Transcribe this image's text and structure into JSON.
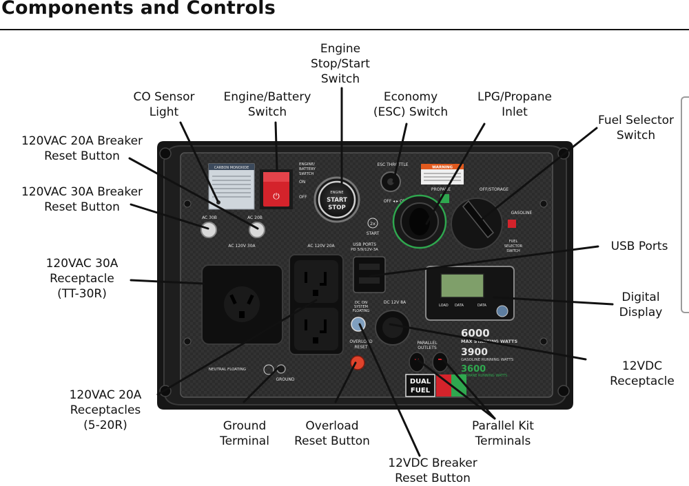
{
  "heading": "Components and Controls",
  "colors": {
    "panel": "#2a2a2a",
    "frame": "#141414",
    "switch_red": "#d4232b",
    "overload_button": "#e0432b",
    "breaker_button": "#d9d9d9",
    "dc_breaker": "#7f9fbf",
    "display_screen": "#7f9f6a",
    "green_accent": "#2fa84f",
    "leader_line": "#111111"
  },
  "callouts": {
    "engine_start": [
      "Engine",
      "Stop/Start",
      "Switch"
    ],
    "co_sensor": [
      "CO Sensor",
      "Light"
    ],
    "engine_battery": [
      "Engine/Battery",
      "Switch"
    ],
    "economy": [
      "Economy",
      "(ESC) Switch"
    ],
    "lpg": [
      "LPG/Propane",
      "Inlet"
    ],
    "fuel_selector": [
      "Fuel Selector",
      "Switch"
    ],
    "breaker_20a": [
      "120VAC 20A Breaker",
      "Reset Button"
    ],
    "breaker_30a": [
      "120VAC 30A Breaker",
      "Reset Button"
    ],
    "usb": [
      "USB Ports"
    ],
    "receptacle_30a": [
      "120VAC 30A",
      "Receptacle",
      "(TT-30R)"
    ],
    "digital_display": [
      "Digital",
      "Display"
    ],
    "dc_receptacle": [
      "12VDC",
      "Receptacle"
    ],
    "receptacles_20a": [
      "120VAC 20A",
      "Receptacles",
      "(5-20R)"
    ],
    "ground": [
      "Ground",
      "Terminal"
    ],
    "overload": [
      "Overload",
      "Reset Button"
    ],
    "parallel": [
      "Parallel Kit",
      "Terminals"
    ],
    "dc_breaker": [
      "12VDC Breaker",
      "Reset Button"
    ]
  },
  "panel": {
    "co_sensor_plate": "CARBON MONOXIDE",
    "engine_battery_label": [
      "ENGINE/",
      "BATTERY",
      "SWITCH"
    ],
    "switch_on": "ON",
    "switch_off": "OFF",
    "start_button": [
      "ENGINE",
      "START",
      "STOP"
    ],
    "start_hint": "START",
    "start_count": "2x",
    "esc_label": "ESC THROTTLE",
    "esc_positions": "OFF ◂ ▸ ON",
    "warning_label": "WARNING",
    "propane_label": "PROPANE",
    "off_storage": "OFF/STORAGE",
    "gasoline": "GASOLINE",
    "fuel_selector_switch": [
      "FUEL",
      "SELECTOR",
      "SWITCH"
    ],
    "ac30_label": "AC 30B",
    "ac20_label": "AC 20B",
    "ac_120v_30a": "AC 120V 30A",
    "ac_120v_20a": "AC 120V 20A",
    "usb_ports": [
      "USB PORTS",
      "PD 5/9/12V-3A"
    ],
    "dc_on": [
      "DC ON",
      "SYSTEM",
      "FLOATING"
    ],
    "dc_12v": "DC 12V 8A",
    "overload_reset": [
      "OVERLOAD",
      "RESET"
    ],
    "parallel_outlets": [
      "PARALLEL",
      "OUTLETS"
    ],
    "display_buttons": [
      "LOAD",
      "DATA",
      "DATA"
    ],
    "max_watts": "6000",
    "max_watts_label": "MAX STARTING WATTS",
    "running_watts": "3900",
    "running_watts_label": "GASOLINE RUNNING WATTS",
    "propane_watts": "3600",
    "propane_watts_label": "PROPANE RUNNING WATTS",
    "dual_fuel": [
      "DUAL",
      "FUEL"
    ],
    "neutral_floating": "NEUTRAL FLOATING",
    "ground_label": "GROUND"
  }
}
